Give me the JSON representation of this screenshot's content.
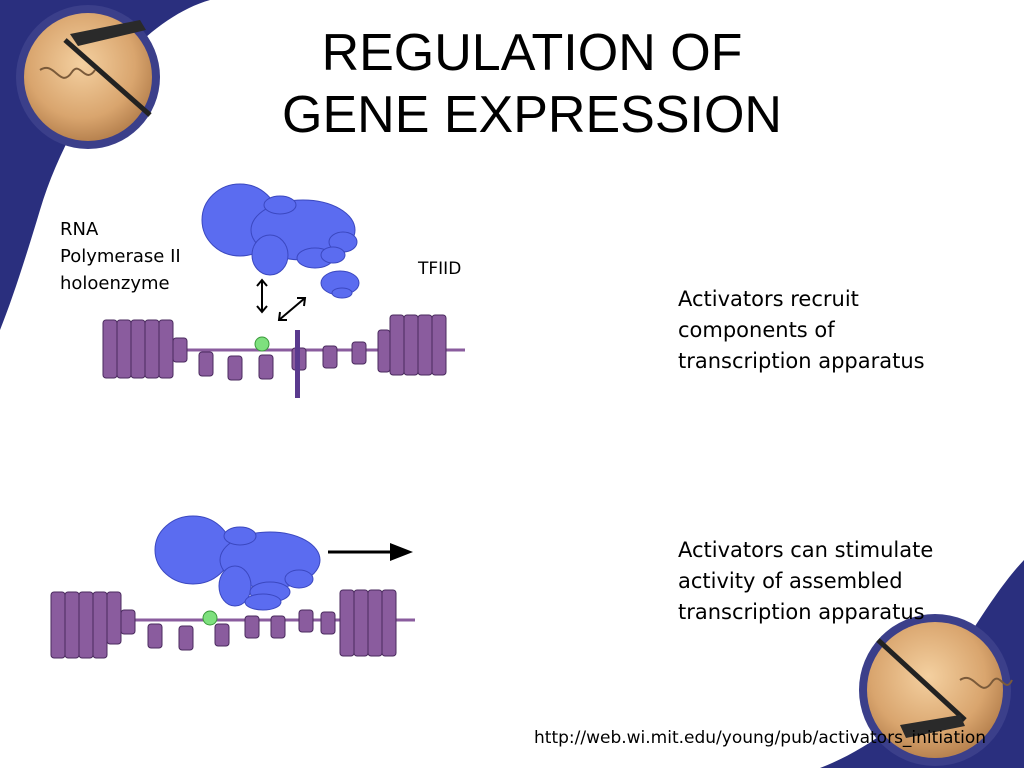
{
  "slide": {
    "title_line1": "REGULATION OF",
    "title_line2": "GENE EXPRESSION"
  },
  "diagram": {
    "label_rna_line1": "RNA",
    "label_rna_line2": "Polymerase II",
    "label_rna_line3": "holoenzyme",
    "label_tfiid": "TFIID"
  },
  "captions": {
    "top_line1": "Activators recruit",
    "top_line2": "components of",
    "top_line3": "transcription apparatus",
    "bottom_line1": "Activators can stimulate",
    "bottom_line2": "activity of assembled",
    "bottom_line3": "transcription apparatus"
  },
  "source_url": "http://web.wi.mit.edu/young/pub/activators_initiation",
  "colors": {
    "navy": "#2a2f7e",
    "protein_blue": "#5b6cf0",
    "histone_purple": "#8a5c9e",
    "activator_green": "#7ee07e",
    "medallion": "#e0b07a"
  },
  "icons": {
    "top_left": "pen-on-paper-medallion",
    "bottom_right": "pen-on-paper-medallion"
  }
}
